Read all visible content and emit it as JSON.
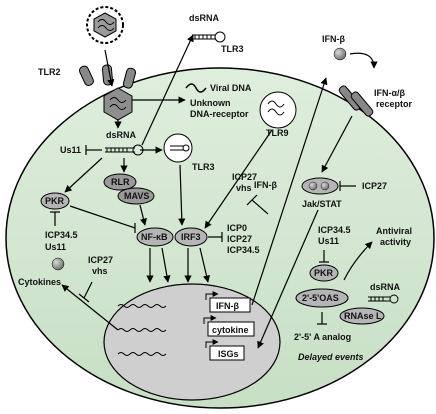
{
  "labels": {
    "dsrna_top": "dsRNA",
    "tlr3_top": "TLR3",
    "ifnb_top": "IFN-β",
    "ifnab_receptor_1": "IFN-α/β",
    "ifnab_receptor_2": "receptor",
    "tlr2": "TLR2",
    "viral_dna": "Viral DNA",
    "unknown_receptor_1": "Unknown",
    "unknown_receptor_2": "DNA-receptor",
    "us11_left": "Us11",
    "dsrna_center": "dsRNA",
    "tlr9": "TLR9",
    "tlr3_center": "TLR3",
    "rlr": "RLR",
    "mavs": "MAVS",
    "pkr_left": "PKR",
    "icp345_left": "ICP34.5",
    "us11_bottom_left": "Us11",
    "icp27_vhs_mid_1": "ICP27",
    "icp27_vhs_mid_2": "vhs",
    "ifnb_mid": "IFN-β",
    "jakstat": "Jak/STAT",
    "icp27_right": "ICP27",
    "nfkb": "NF-κB",
    "irf3": "IRF3",
    "icp0": "ICP0",
    "icp27_mid": "ICP27",
    "icp345_mid": "ICP34.5",
    "icp27_left_low_1": "ICP27",
    "icp27_left_low_2": "vhs",
    "cytokines": "Cytokines",
    "icp345_right": "ICP34.5",
    "us11_right": "Us11",
    "antiviral_1": "Antiviral",
    "antiviral_2": "activity",
    "pkr_right": "PKR",
    "dsrna_right": "dsRNA",
    "oas": "2'-5'OAS",
    "rnase_l": "RNAse L",
    "analog": "2'-5' A analog",
    "delayed": "Delayed events",
    "gene_ifnb": "IFN-β",
    "gene_cytokine": "cytokine",
    "gene_isgs": "ISGs"
  }
}
